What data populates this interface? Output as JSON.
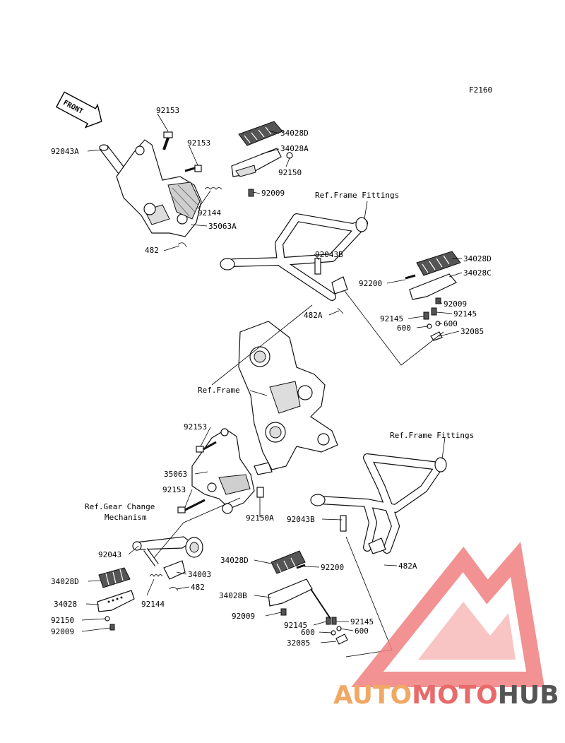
{
  "figure_code": "F2160",
  "front_arrow": "FRONT",
  "watermark": {
    "auto": "AUTO",
    "moto": "MOTO",
    "hub": "HUB",
    "color_auto": "#f0a864",
    "color_moto": "#e86a6a",
    "color_hub": "#555555",
    "logo_color": "#f08080"
  },
  "labels": {
    "l92153_a": "92153",
    "l92043A": "92043A",
    "l92153_b": "92153",
    "l34028D_a": "34028D",
    "l34028A": "34028A",
    "l92150_a": "92150",
    "l92009_a": "92009",
    "l92144_a": "92144",
    "l35063A": "35063A",
    "l482_a": "482",
    "ref_frame_fittings_a": "Ref.Frame Fittings",
    "l92043B_a": "92043B",
    "l34028D_b": "34028D",
    "l34028C": "34028C",
    "l92200_a": "92200",
    "l92009_b": "92009",
    "l482A_a": "482A",
    "l92145_a": "92145",
    "l92145_b": "92145",
    "l600_a": "600",
    "l600_b": "600",
    "l32085_a": "32085",
    "ref_frame": "Ref.Frame",
    "l92153_c": "92153",
    "ref_frame_fittings_b": "Ref.Frame Fittings",
    "l35063": "35063",
    "l92153_d": "92153",
    "l92150A": "92150A",
    "ref_gear_1": "Ref.Gear Change",
    "ref_gear_2": "Mechanism",
    "l92043B_b": "92043B",
    "l92043": "92043",
    "l34028D_c": "34028D",
    "l34003": "34003",
    "l92200_b": "92200",
    "l482A_b": "482A",
    "l34028D_d": "34028D",
    "l482_b": "482",
    "l34028B": "34028B",
    "l34028": "34028",
    "l92144_b": "92144",
    "l92150_b": "92150",
    "l92009_c": "92009",
    "l92009_d": "92009",
    "l92145_c": "92145",
    "l92145_d": "92145",
    "l600_c": "600",
    "l600_d": "600",
    "l32085_b": "32085"
  }
}
